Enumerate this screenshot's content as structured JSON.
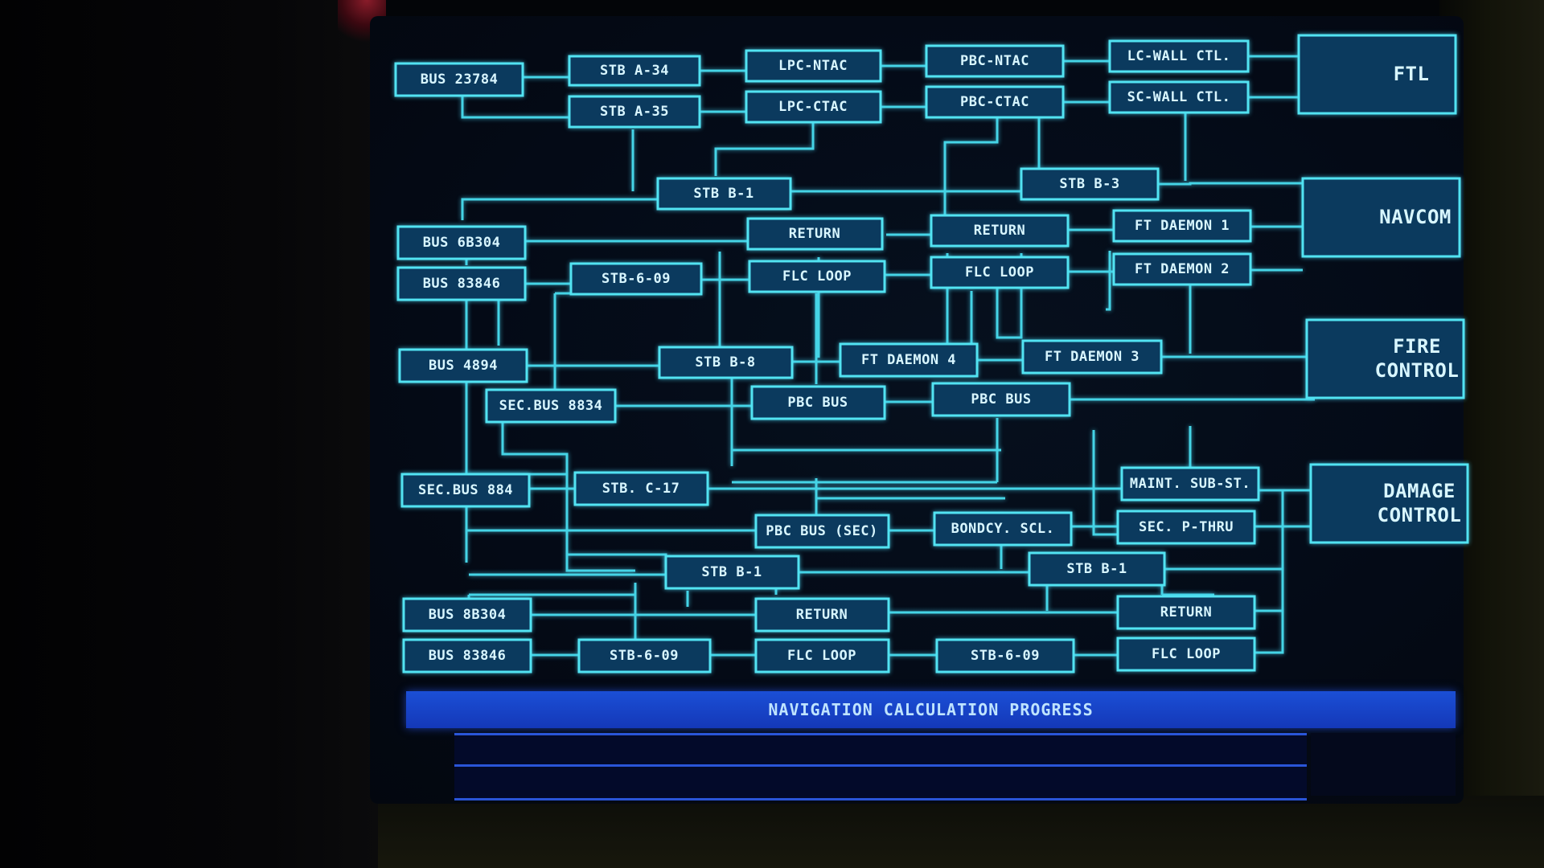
{
  "colors": {
    "wire": "#45d4e6",
    "box_fill": "#0b3a5e",
    "box_stroke": "#52e3f2",
    "text": "#d8f6ff",
    "progress_blue": "#1b4fd6"
  },
  "nodes": {
    "bus_23784": "BUS 23784",
    "stb_a34": "STB A-34",
    "lpc_ntac": "LPC-NTAC",
    "pbc_ntac": "PBC-NTAC",
    "lc_wall_ctl": "LC-WALL CTL.",
    "ftl": "FTL",
    "stb_a35": "STB A-35",
    "lpc_ctac": "LPC-CTAC",
    "pbc_ctac": "PBC-CTAC",
    "sc_wall_ctl": "SC-WALL CTL.",
    "stb_b1_top": "STB B-1",
    "stb_b3": "STB B-3",
    "navcom": "NAVCOM",
    "bus_6b304": "BUS 6B304",
    "return_1": "RETURN",
    "return_2": "RETURN",
    "ft_daemon_1": "FT DAEMON 1",
    "bus_83846_top": "BUS 83846",
    "stb_6_09_top": "STB-6-09",
    "flc_loop_1": "FLC LOOP",
    "flc_loop_2": "FLC LOOP",
    "ft_daemon_2": "FT DAEMON 2",
    "bus_4894": "BUS 4894",
    "stb_b8": "STB B-8",
    "ft_daemon_4": "FT DAEMON 4",
    "ft_daemon_3": "FT DAEMON 3",
    "fire_control": "FIRE CONTROL",
    "sec_bus_8834": "SEC.BUS 8834",
    "pbc_bus_1": "PBC BUS",
    "pbc_bus_2": "PBC BUS",
    "sec_bus_884": "SEC.BUS 884",
    "stb_c17": "STB. C-17",
    "maint_sub_st": "MAINT. SUB-ST.",
    "damage_control": "DAMAGE CONTROL",
    "pbc_bus_sec": "PBC BUS (SEC)",
    "bondcy_scl": "BONDCY. SCL.",
    "sec_p_thru": "SEC. P-THRU",
    "stb_b1_mid": "STB B-1",
    "stb_b1_right": "STB B-1",
    "bus_8b304": "BUS 8B304",
    "return_3": "RETURN",
    "return_4": "RETURN",
    "bus_83846_bot": "BUS 83846",
    "stb_6_09_bot1": "STB-6-09",
    "flc_loop_3": "FLC LOOP",
    "stb_6_09_bot2": "STB-6-09",
    "flc_loop_4": "FLC LOOP"
  },
  "progress": {
    "title": "NAVIGATION CALCULATION PROGRESS",
    "fraction": 0.0
  }
}
